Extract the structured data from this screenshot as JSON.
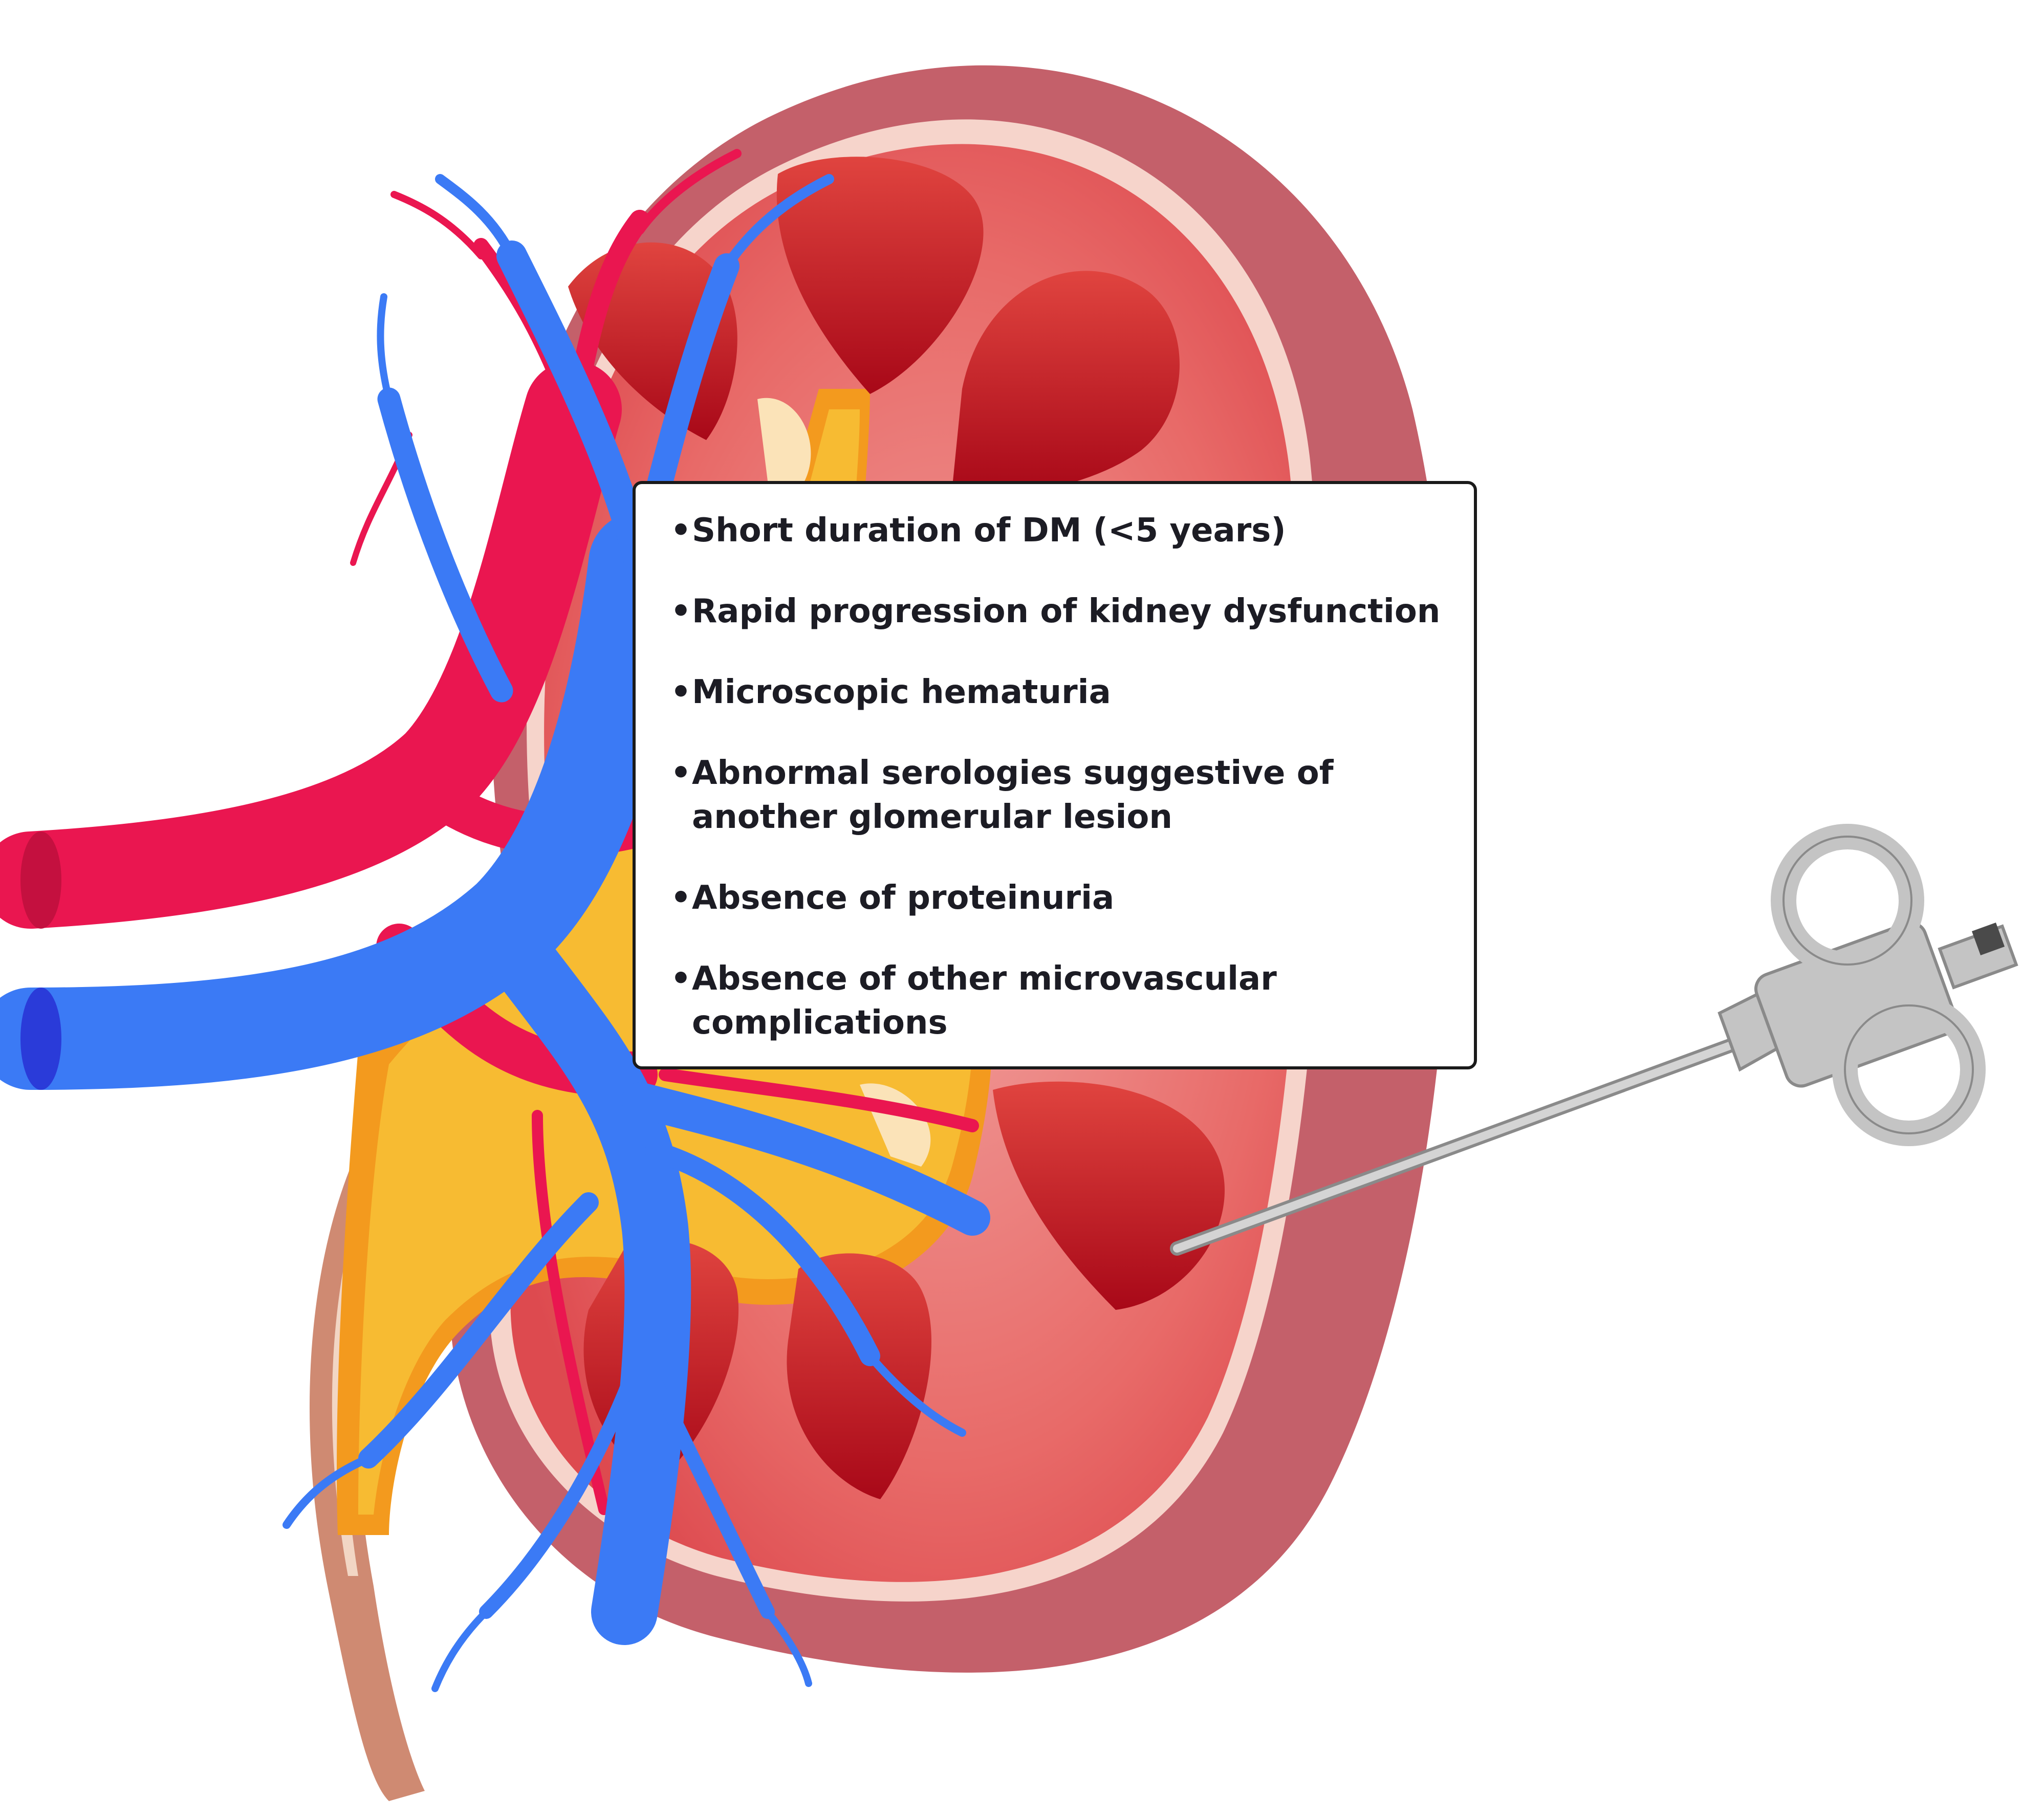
{
  "criteria": {
    "items": [
      "Short duration of DM (<5 years)",
      "Rapid progression of kidney dysfunction",
      "Microscopic hematuria",
      "Abnormal serologies suggestive of another glomerular lesion",
      "Absence of proteinuria",
      "Absence of other microvascular complications"
    ]
  },
  "colors": {
    "capsule": "#c4606a",
    "cortex": "#e05257",
    "medulla_pyramid": "#b8101d",
    "pelvis": "#f7bb32",
    "pelvis_edge": "#f39a1e",
    "artery": "#ea1650",
    "vein": "#3b7af5",
    "ureter": "#cf8a72",
    "needle": "#c4c4c4",
    "box_border": "#1a1a1a"
  },
  "icons": [
    "kidney-cross-section",
    "renal-artery",
    "renal-vein",
    "ureter",
    "biopsy-needle-icon"
  ]
}
